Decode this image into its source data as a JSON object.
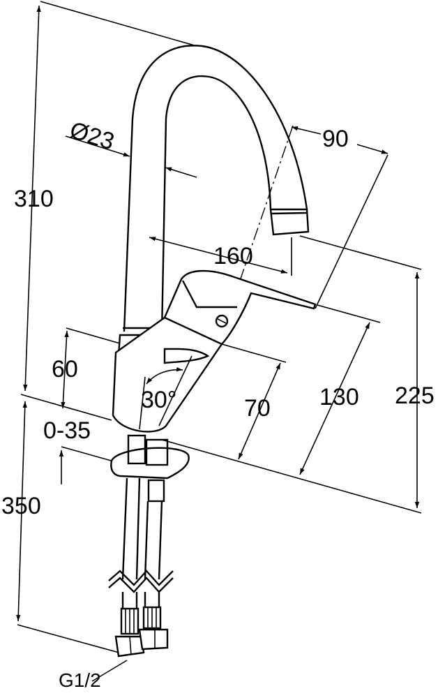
{
  "diagram": {
    "dimensions": {
      "height_total": "310",
      "diameter": "Ø23",
      "spout_reach_small": "90",
      "spout_reach": "160",
      "height_outlet": "225",
      "handle_reach": "130",
      "body_depth": "70",
      "body_height": "60",
      "angle": "30°",
      "deck_thickness": "0-35",
      "hose_length": "350",
      "thread": "G1/2"
    }
  }
}
